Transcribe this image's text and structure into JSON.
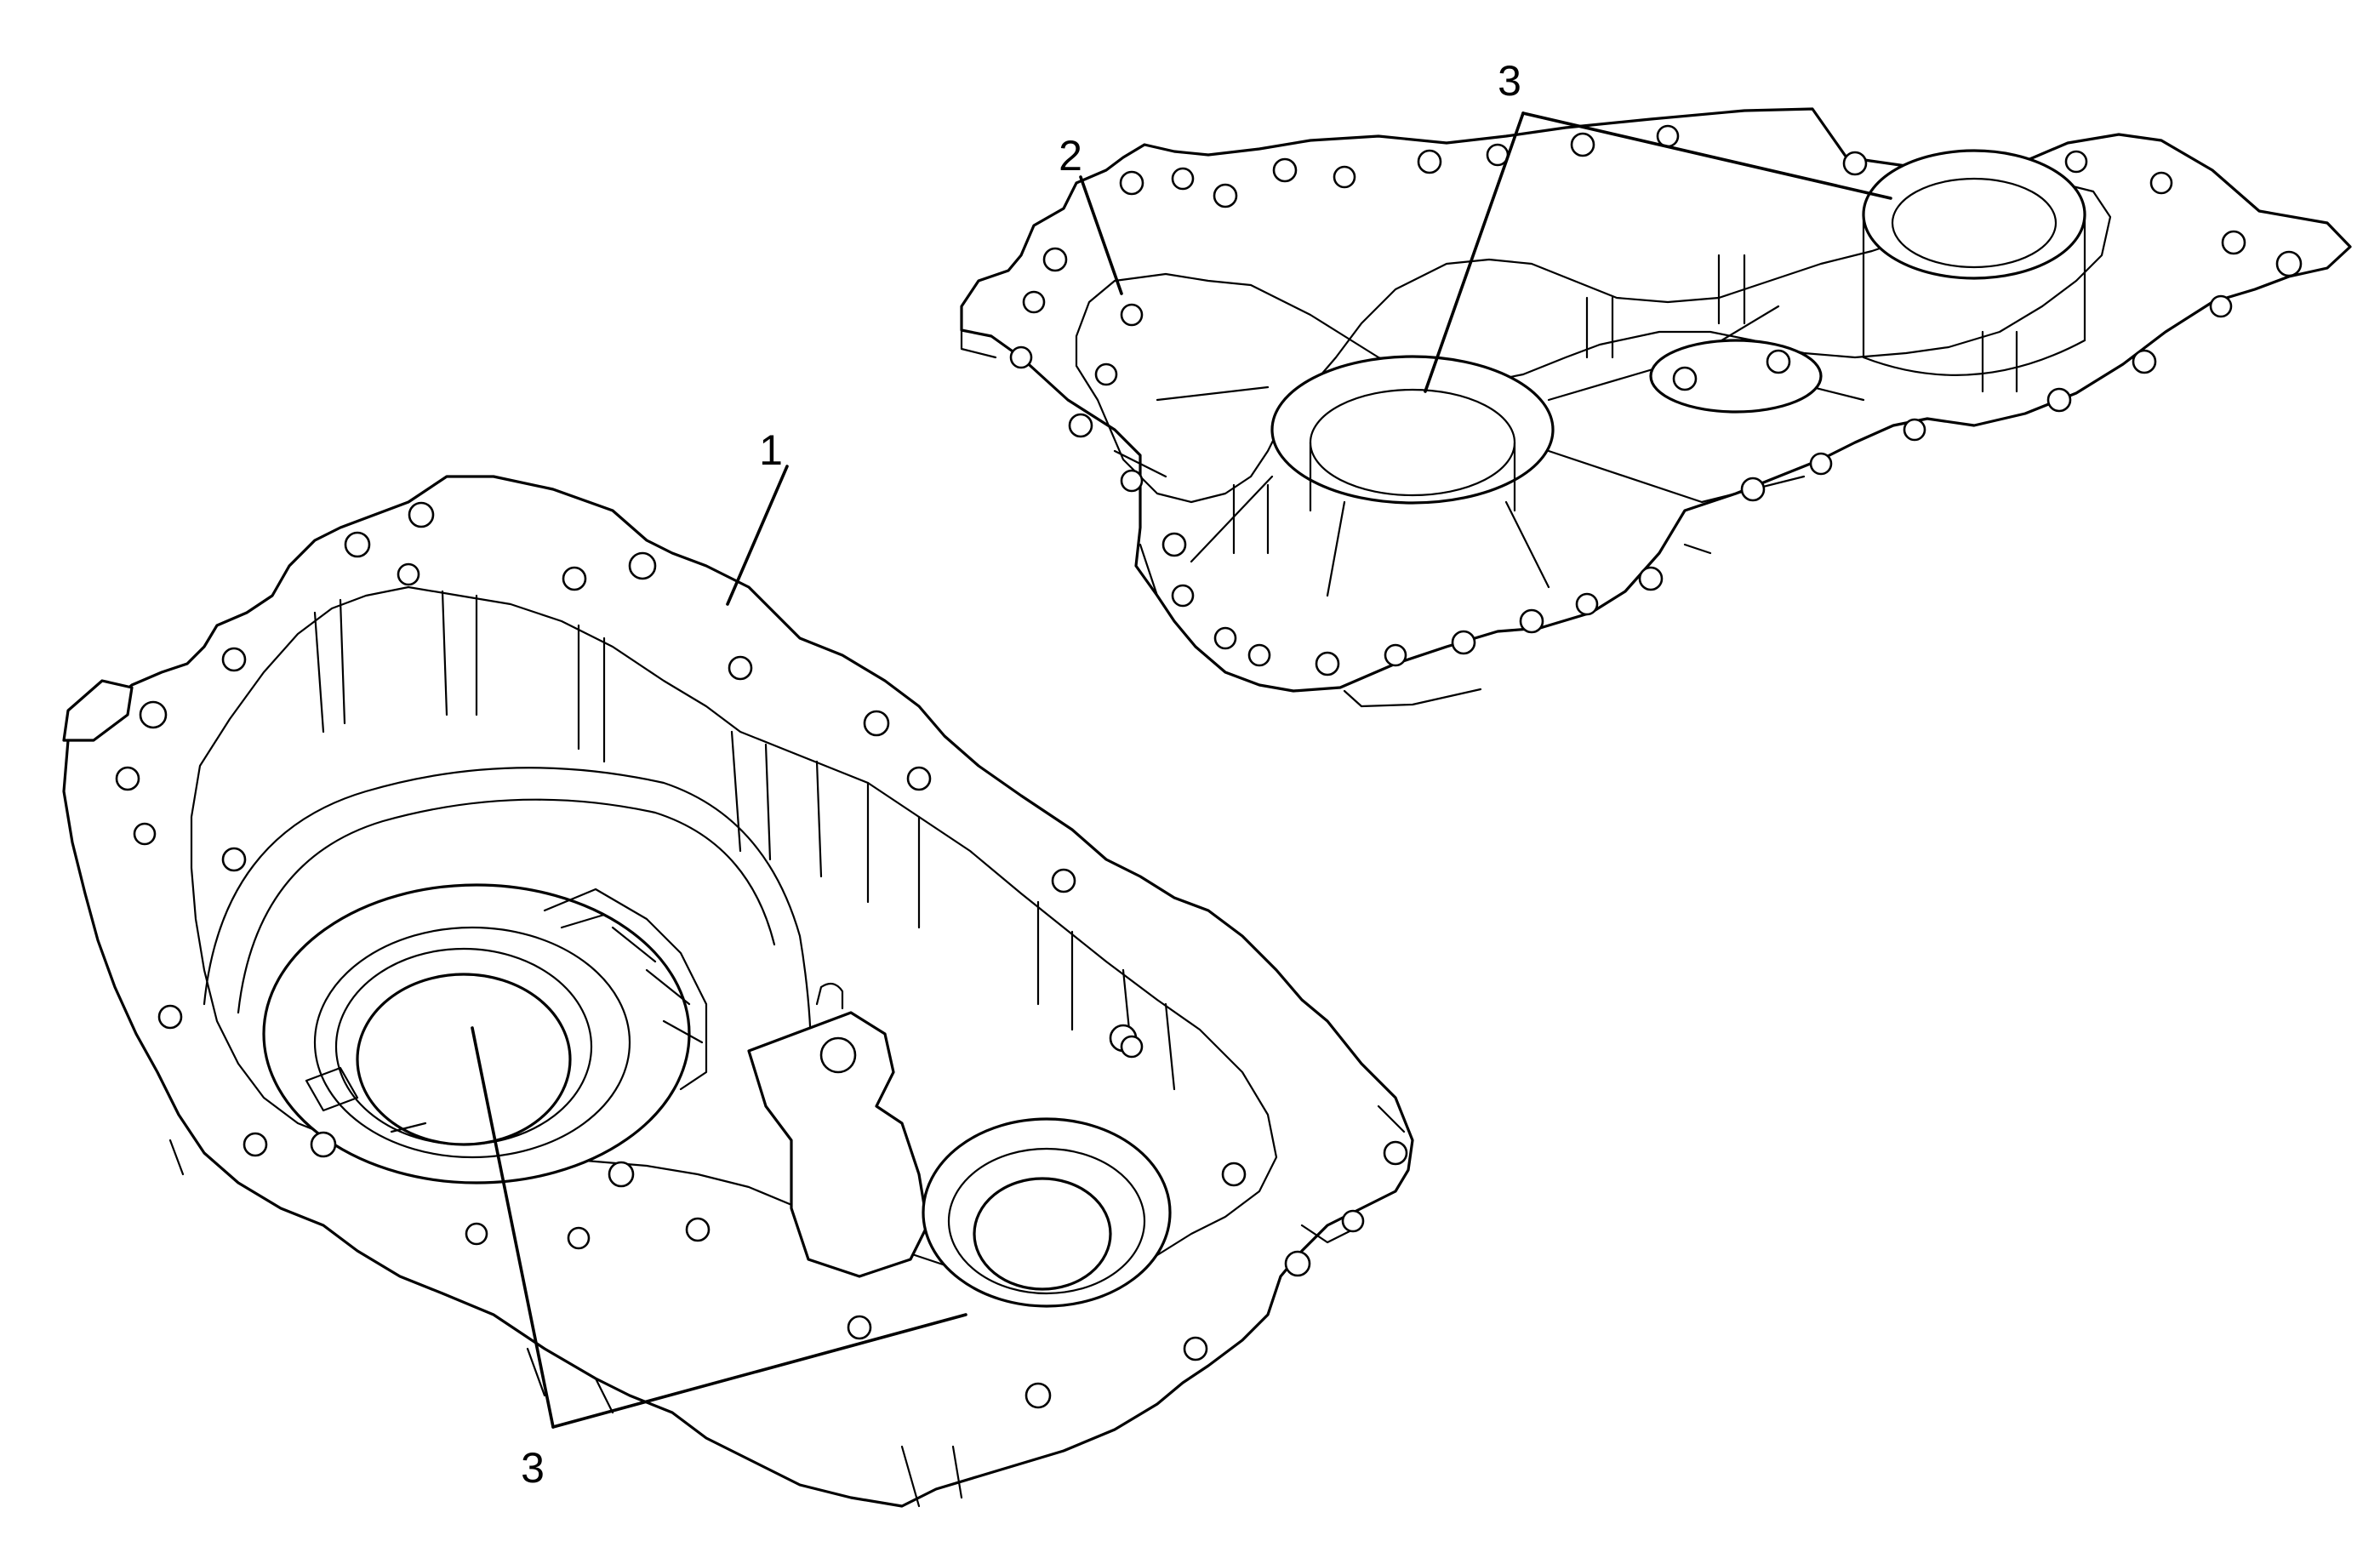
{
  "figure": {
    "callouts": [
      {
        "id": "case-half-1",
        "label": "1"
      },
      {
        "id": "case-half-2",
        "label": "2"
      },
      {
        "id": "bearing-bores-top",
        "label": "3"
      },
      {
        "id": "bearing-bores-bottom",
        "label": "3"
      }
    ],
    "colors": {
      "line": "#000000",
      "background": "#ffffff"
    }
  }
}
